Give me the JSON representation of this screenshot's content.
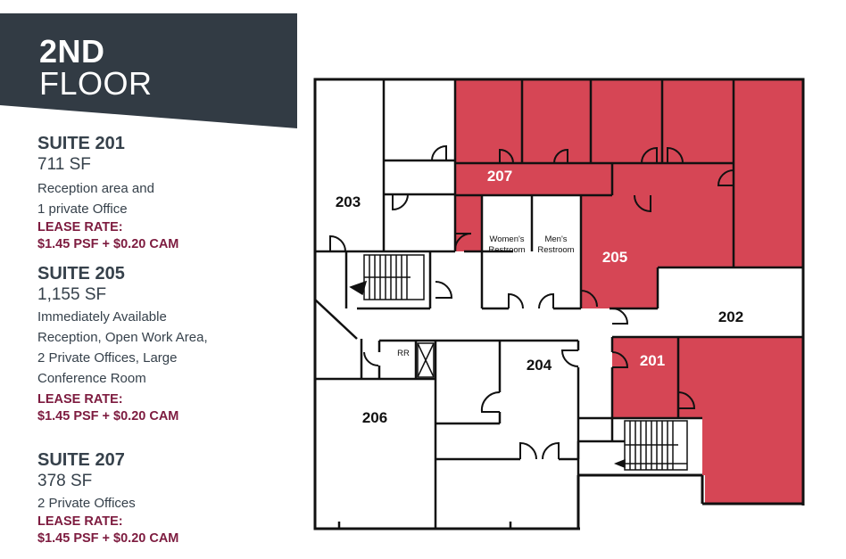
{
  "header": {
    "line1": "2ND",
    "line2": "FLOOR",
    "bg_color": "#323b44"
  },
  "suites": [
    {
      "name": "SUITE 201",
      "sf": "711 SF",
      "description": [
        "Reception area and",
        "1 private Office"
      ],
      "lease_label": "LEASE RATE:",
      "lease_rate": "$1.45 PSF + $0.20 CAM"
    },
    {
      "name": "SUITE 205",
      "sf": "1,155 SF",
      "description": [
        "Immediately Available",
        "Reception, Open Work Area,",
        "2 Private Offices, Large",
        "Conference Room"
      ],
      "lease_label": "LEASE RATE:",
      "lease_rate": "$1.45 PSF + $0.20 CAM"
    },
    {
      "name": "SUITE 207",
      "sf": "378 SF",
      "description": [
        "2 Private Offices"
      ],
      "lease_label": "LEASE RATE:",
      "lease_rate": "$1.45 PSF + $0.20 CAM"
    }
  ],
  "floorplan": {
    "highlight_color": "#d64655",
    "lease_color": "#7d1b3f",
    "rooms": {
      "r203": "203",
      "r207": "207",
      "r205": "205",
      "r202": "202",
      "r201": "201",
      "r204": "204",
      "r206": "206",
      "rr": "RR",
      "womens_1": "Women's",
      "womens_2": "Restroom",
      "mens_1": "Men's",
      "mens_2": "Restroom"
    }
  }
}
